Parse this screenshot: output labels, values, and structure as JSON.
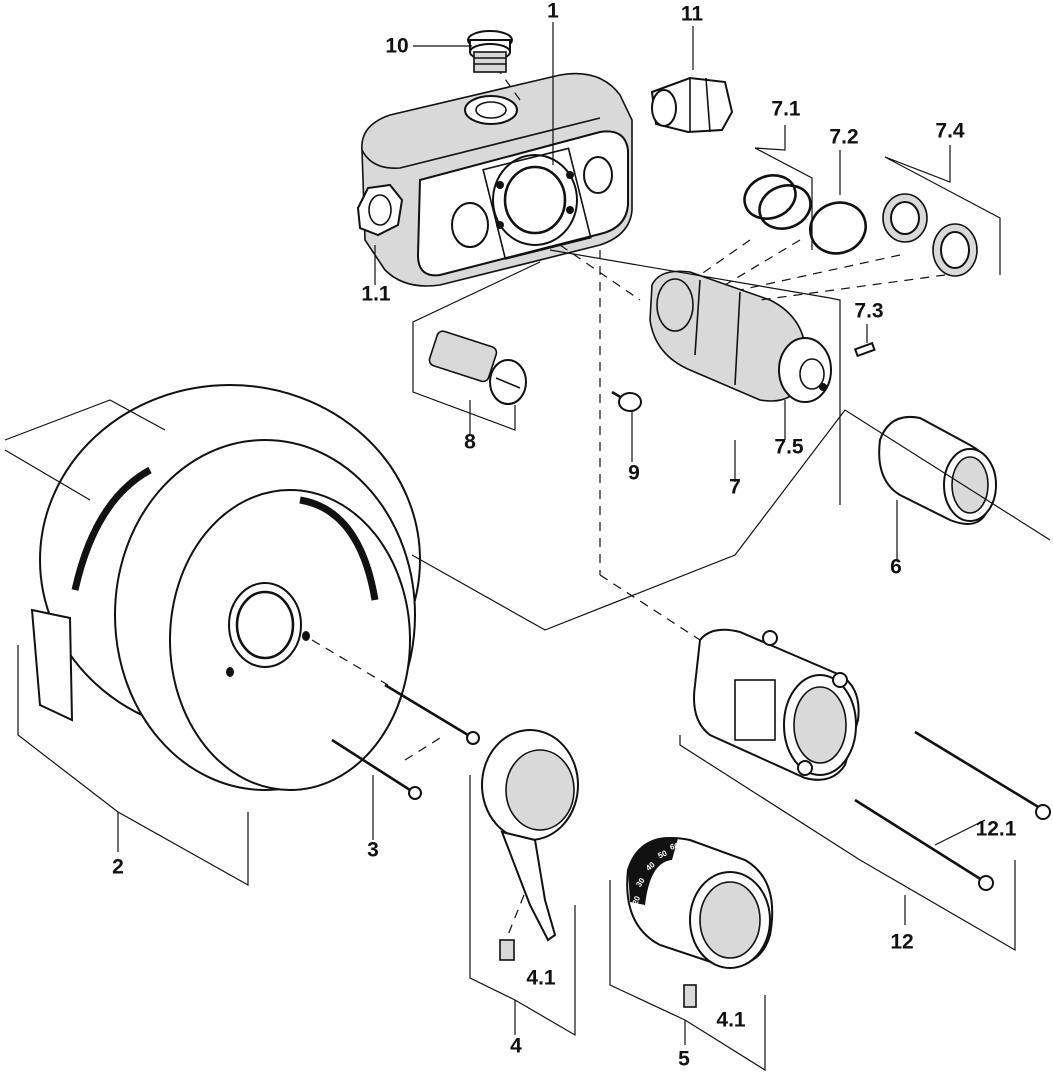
{
  "callouts": {
    "p1": "1",
    "p1_1": "1.1",
    "p2": "2",
    "p3": "3",
    "p4": "4",
    "p4_1a": "4.1",
    "p4_1b": "4.1",
    "p5": "5",
    "p6": "6",
    "p7": "7",
    "p7_1": "7.1",
    "p7_2": "7.2",
    "p7_3": "7.3",
    "p7_4": "7.4",
    "p7_5": "7.5",
    "p8": "8",
    "p9": "9",
    "p10": "10",
    "p11": "11",
    "p12": "12",
    "p12_1": "12.1"
  },
  "dial_scale": [
    "20",
    "30",
    "40",
    "50",
    "60"
  ]
}
